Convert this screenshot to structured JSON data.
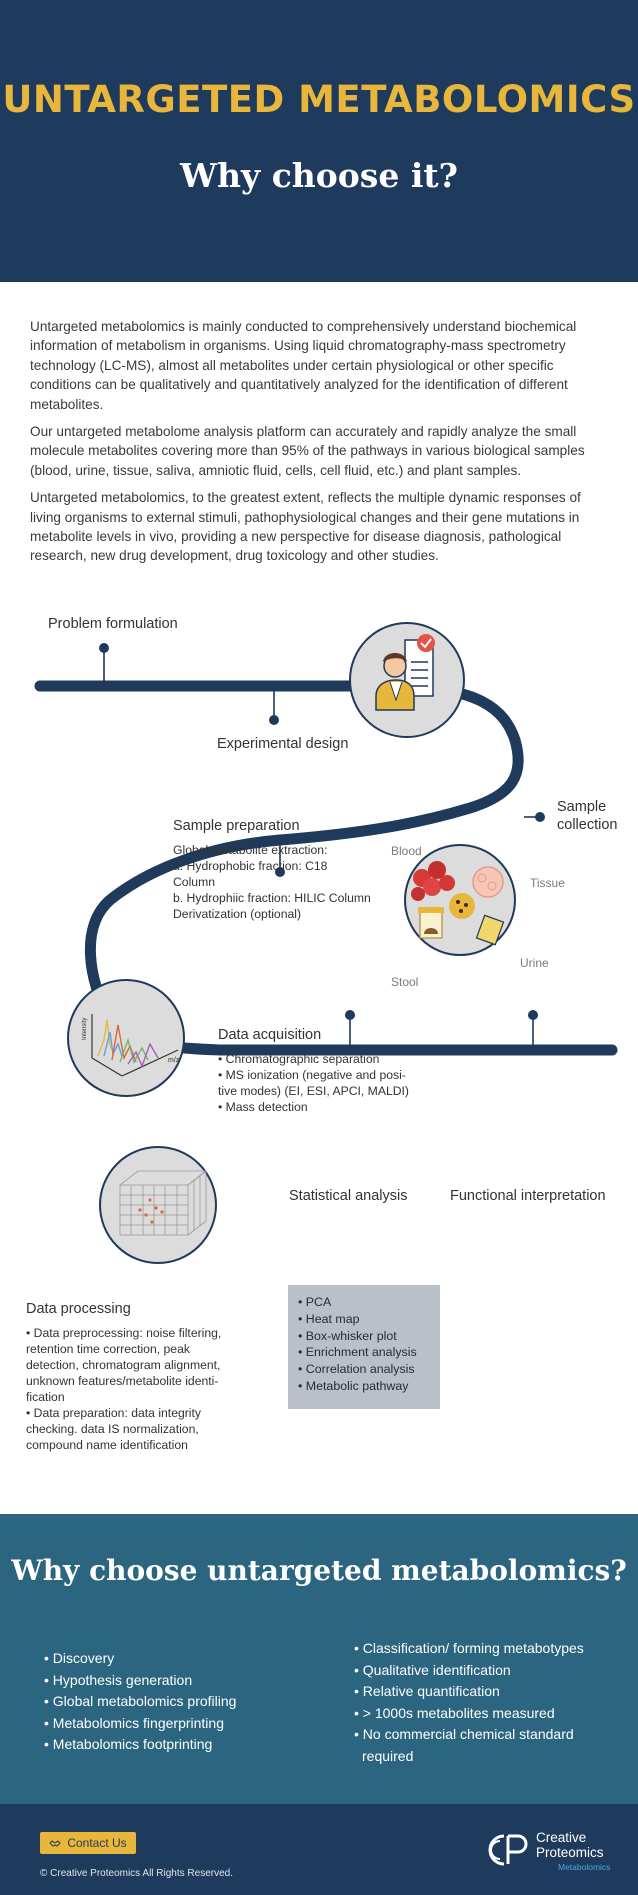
{
  "header": {
    "title": "UNTARGETED METABOLOMICS",
    "subtitle": "Why choose it?"
  },
  "intro": {
    "paragraphs": [
      "Untargeted metabolomics is mainly conducted to comprehensively understand biochemical information of metabolism in organisms. Using liquid chromatography-mass spectrometry technology (LC-MS), almost all metabolites under certain physiological or other specific conditions can be qualitatively and quantitatively analyzed for the identification of different metabolites.",
      "Our untargeted metabolome analysis platform can accurately and rapidly analyze the small molecule metabolites covering more than 95% of the pathways in various biological samples (blood, urine, tissue, saliva, amniotic fluid, cells, cell fluid, etc.) and plant samples.",
      "Untargeted metabolomics, to the greatest extent, reflects the multiple dynamic responses of living organisms to external stimuli, pathophysiological changes and their gene mutations in metabolite levels in vivo, providing a new perspective for disease diagnosis, pathological research, new drug development, drug toxicology and other studies."
    ]
  },
  "workflow": {
    "problem": "Problem formulation",
    "experimental": "Experimental design",
    "sample_collection_1": "Sample",
    "sample_collection_2": "collection",
    "sample_prep_title": "Sample preparation",
    "sample_prep_lines": [
      "Global metabolite extraction:",
      "a. Hydrophobic fraction: C18",
      "Column",
      "b. Hydrophiic fraction: HILIC Column",
      "Derivatization (optional)"
    ],
    "sample_tags": {
      "blood": "Blood",
      "tissue": "Tissue",
      "urine": "Urine",
      "stool": "Stool"
    },
    "acq_title": "Data acquisition",
    "acq_lines": [
      "• Chromatographic separation",
      "• MS ionization (negative and posi-",
      "tive modes) (EI, ESI, APCI, MALDI)",
      "• Mass detection"
    ],
    "chart_axis_y": "Intensity",
    "chart_axis_x": "m/z",
    "stat_title": "Statistical analysis",
    "func_title": "Functional interpretation",
    "stats_items": [
      "• PCA",
      "• Heat map",
      "• Box-whisker plot",
      "• Enrichment analysis",
      "• Correlation analysis",
      "• Metabolic pathway"
    ],
    "proc_title": "Data processing",
    "proc_lines": [
      "• Data preprocessing: noise filtering,",
      "retention time correction, peak",
      "detection, chromatogram alignment,",
      "unknown features/metabolite identi-",
      "fication",
      "• Data preparation: data integrity",
      "checking. data IS normalization,",
      "compound name identification"
    ]
  },
  "why": {
    "title": "Why choose untargeted metabolomics?",
    "left": [
      "• Discovery",
      "• Hypothesis generation",
      "• Global metabolomics profiling",
      "• Metabolomics fingerprinting",
      "• Metabolomics footprinting"
    ],
    "right": [
      "• Classification/ forming metabotypes",
      "• Qualitative identification",
      "• Relative quantification",
      "• > 1000s metabolites measured",
      "• No commercial chemical standard",
      "required"
    ]
  },
  "footer": {
    "contact": "Contact Us",
    "copyright": "© Creative Proteomics All Rights Reserved.",
    "brand_line1": "Creative",
    "brand_line2": "Proteomics",
    "brand_line3": "Metabolomics"
  },
  "colors": {
    "navy": "#1e3a5c",
    "gold": "#e9b63c",
    "teal": "#2b6580",
    "path": "#1f3a5a"
  }
}
